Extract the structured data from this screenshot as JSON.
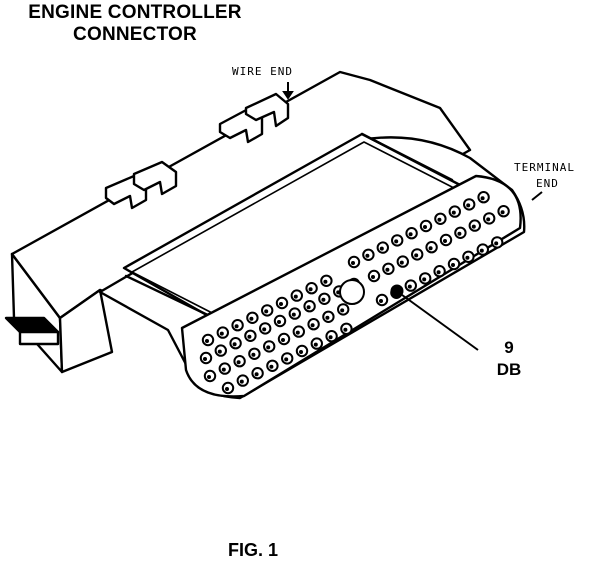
{
  "title": {
    "line1": "ENGINE CONTROLLER",
    "line2": "CONNECTOR"
  },
  "labels": {
    "wire_end": "WIRE END",
    "terminal_line1": "TERMINAL",
    "terminal_line2": "END"
  },
  "callout": {
    "pin_number": "9",
    "wire_color": "DB"
  },
  "figure_caption": "FIG. 1"
}
